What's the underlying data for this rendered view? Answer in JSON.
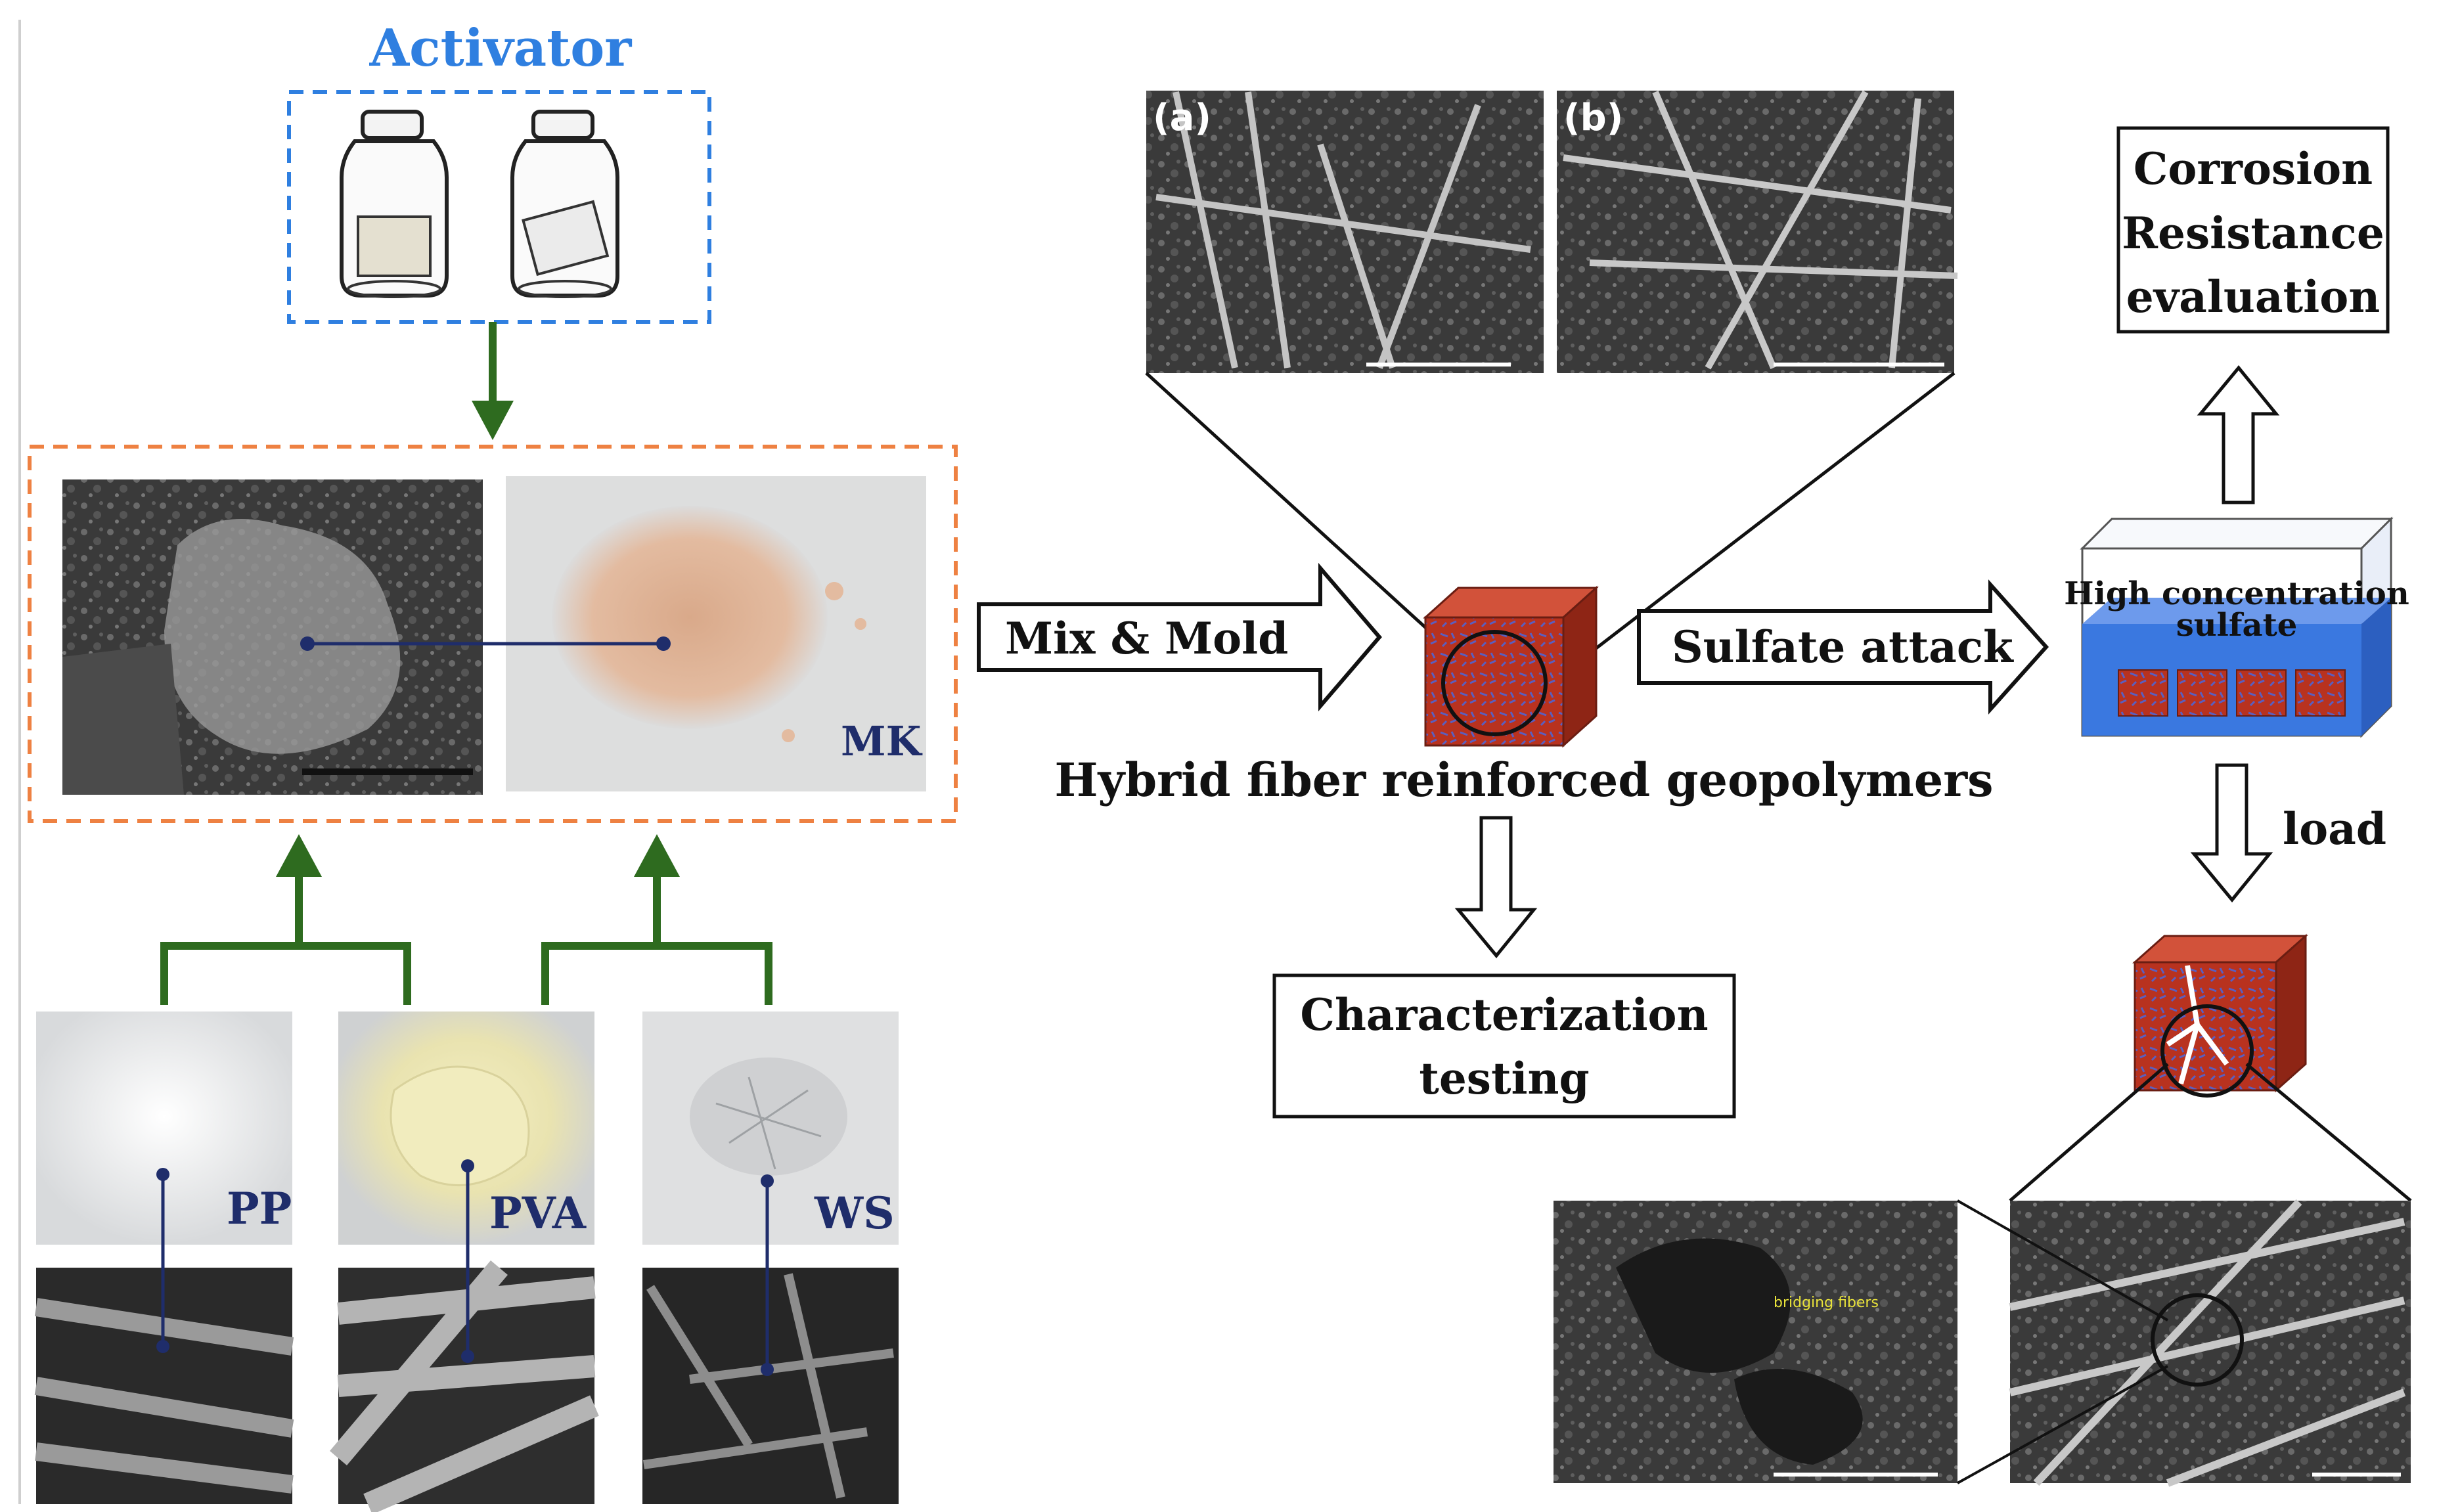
{
  "activator": {
    "title": "Activator"
  },
  "materials": {
    "mk_label": "MK",
    "fibers": [
      {
        "label": "PP"
      },
      {
        "label": "PVA"
      },
      {
        "label": "WS"
      }
    ]
  },
  "process": {
    "mix_label": "Mix & Mold",
    "product_label": "Hybrid fiber reinforced geopolymers",
    "sulfate_label": "Sulfate attack",
    "load_label": "load"
  },
  "sem_panels": {
    "a_label": "(a)",
    "b_label": "(b)",
    "bridging_label": "bridging fibers"
  },
  "boxes": {
    "corrosion_lines": [
      "Corrosion",
      "Resistance",
      "evaluation"
    ],
    "characterization_lines": [
      "Characterization",
      "testing"
    ]
  },
  "tank": {
    "line1": "High concentration",
    "line2": "sulfate"
  },
  "colors": {
    "green_arrow": "#2e6b1f",
    "activator_blue": "#2f7fe0",
    "dashed_orange": "#ee8142",
    "label_navy": "#1f2d6b",
    "tank_blue": "#3a78e0",
    "cube_red": "#b8321f"
  }
}
